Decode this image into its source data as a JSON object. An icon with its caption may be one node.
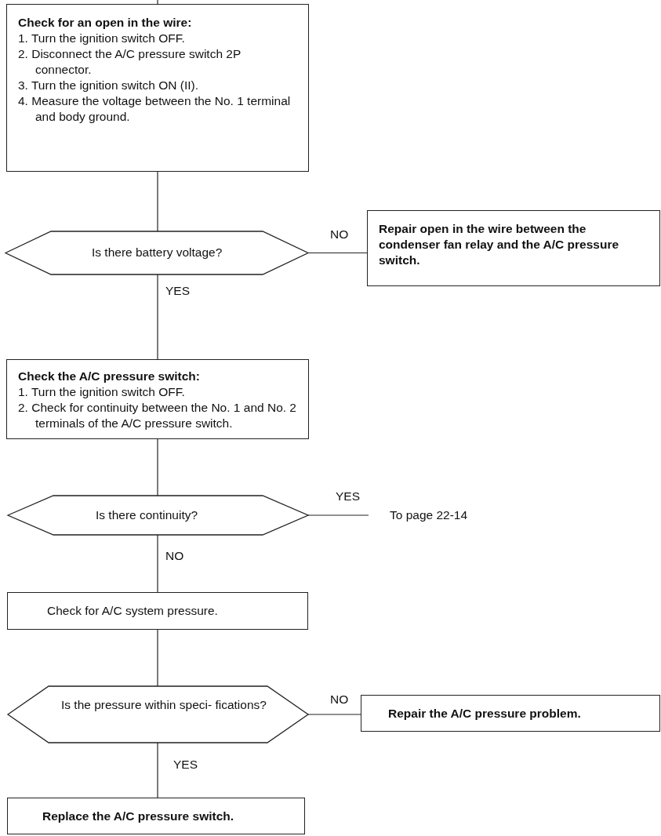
{
  "diagram": {
    "nodes": [
      {
        "text": [
          "Check for an open in the wire:",
          "1. Turn the ignition switch OFF.",
          "2. Disconnect the A/C pressure switch 2P connector.",
          "3. Turn the ignition switch ON (II).",
          "4. Measure the voltage between the No. 1 terminal and body ground."
        ]
      },
      {
        "text": [
          "Is there battery voltage?"
        ]
      },
      {
        "text": [
          "Repair open in the wire between the condenser fan relay and the A/C pressure switch."
        ]
      },
      {
        "text": [
          "Check the A/C pressure switch:",
          "1. Turn the ignition switch OFF.",
          "2. Check for continuity between the No. 1 and No. 2 terminals of the A/C pressure switch."
        ]
      },
      {
        "text": [
          "Is there continuity?"
        ]
      },
      {
        "text": [
          "To page 22-14"
        ]
      },
      {
        "text": [
          "Check for A/C system pressure."
        ]
      },
      {
        "text": [
          "Is the pressure within speci- fications?"
        ]
      },
      {
        "text": [
          "Repair the A/C pressure problem."
        ]
      },
      {
        "text": [
          "Replace the A/C pressure switch."
        ]
      }
    ],
    "edges": [
      {
        "from": null,
        "to": 0,
        "arrow": "none"
      },
      {
        "from": 0,
        "to": 1,
        "arrow": "none"
      },
      {
        "from": 1,
        "to": 2,
        "arrow": "none",
        "label": "NO"
      },
      {
        "from": 1,
        "to": 3,
        "arrow": "none",
        "label": "YES"
      },
      {
        "from": 3,
        "to": 4,
        "arrow": "none"
      },
      {
        "from": 4,
        "to": 5,
        "arrow": "none",
        "label": "YES"
      },
      {
        "from": 4,
        "to": 6,
        "arrow": "none",
        "label": "NO"
      },
      {
        "from": 6,
        "to": 7,
        "arrow": "none"
      },
      {
        "from": 7,
        "to": 8,
        "arrow": "none",
        "label": "NO"
      },
      {
        "from": 7,
        "to": 9,
        "arrow": "none",
        "label": "YES"
      }
    ]
  }
}
